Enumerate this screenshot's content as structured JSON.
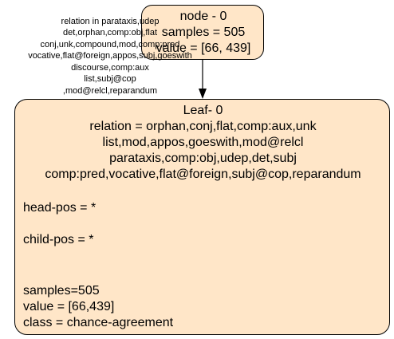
{
  "root_node": {
    "lines": [
      "node - 0",
      "samples = 505",
      "value = [66, 439]"
    ]
  },
  "edge": {
    "label_lines": [
      "relation in parataxis,udep",
      "det,orphan,comp:obj,flat",
      "conj,unk,compound,mod,comp:pred",
      "vocative,flat@foreign,appos,subj,goeswith",
      "discourse,comp:aux",
      "list,subj@cop",
      ",mod@relcl,reparandum"
    ]
  },
  "leaf_node": {
    "title": "Leaf- 0",
    "relation_lines": [
      "relation = orphan,conj,flat,comp:aux,unk",
      "list,mod,appos,goeswith,mod@relcl",
      "parataxis,comp:obj,udep,det,subj",
      "comp:pred,vocative,flat@foreign,subj@cop,reparandum"
    ],
    "head_pos": "head-pos = *",
    "child_pos": "child-pos = *",
    "samples": "samples=505",
    "value": "value = [66,439]",
    "class": "class = chance-agreement"
  },
  "colors": {
    "node_fill": "#ffe6c8",
    "stroke": "#000000"
  }
}
